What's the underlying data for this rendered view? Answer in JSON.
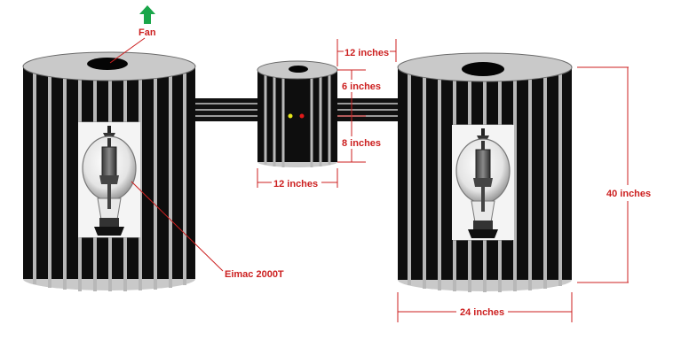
{
  "labels": {
    "fan": "Fan",
    "tube": "Eimac 2000T",
    "dim_small_width": "12 inches",
    "dim_small_height_top": "6 inches",
    "dim_small_height_bottom": "8 inches",
    "dim_gap": "12 inches",
    "dim_height": "40 inches",
    "dim_width": "24 inches"
  },
  "colors": {
    "label": "#cc1f1f",
    "dimension_line": "#cc1f1f",
    "fan_arrow": "#1aa64a",
    "cabinet_body": "#0e0e0e",
    "cabinet_stripe": "#b8b8b8",
    "cabinet_top": "#c9c9c9",
    "led_yellow": "#e6e61a",
    "led_red": "#e01919"
  },
  "icons": {
    "fan": "up-arrow-icon",
    "tube": "vacuum-tube-icon"
  }
}
